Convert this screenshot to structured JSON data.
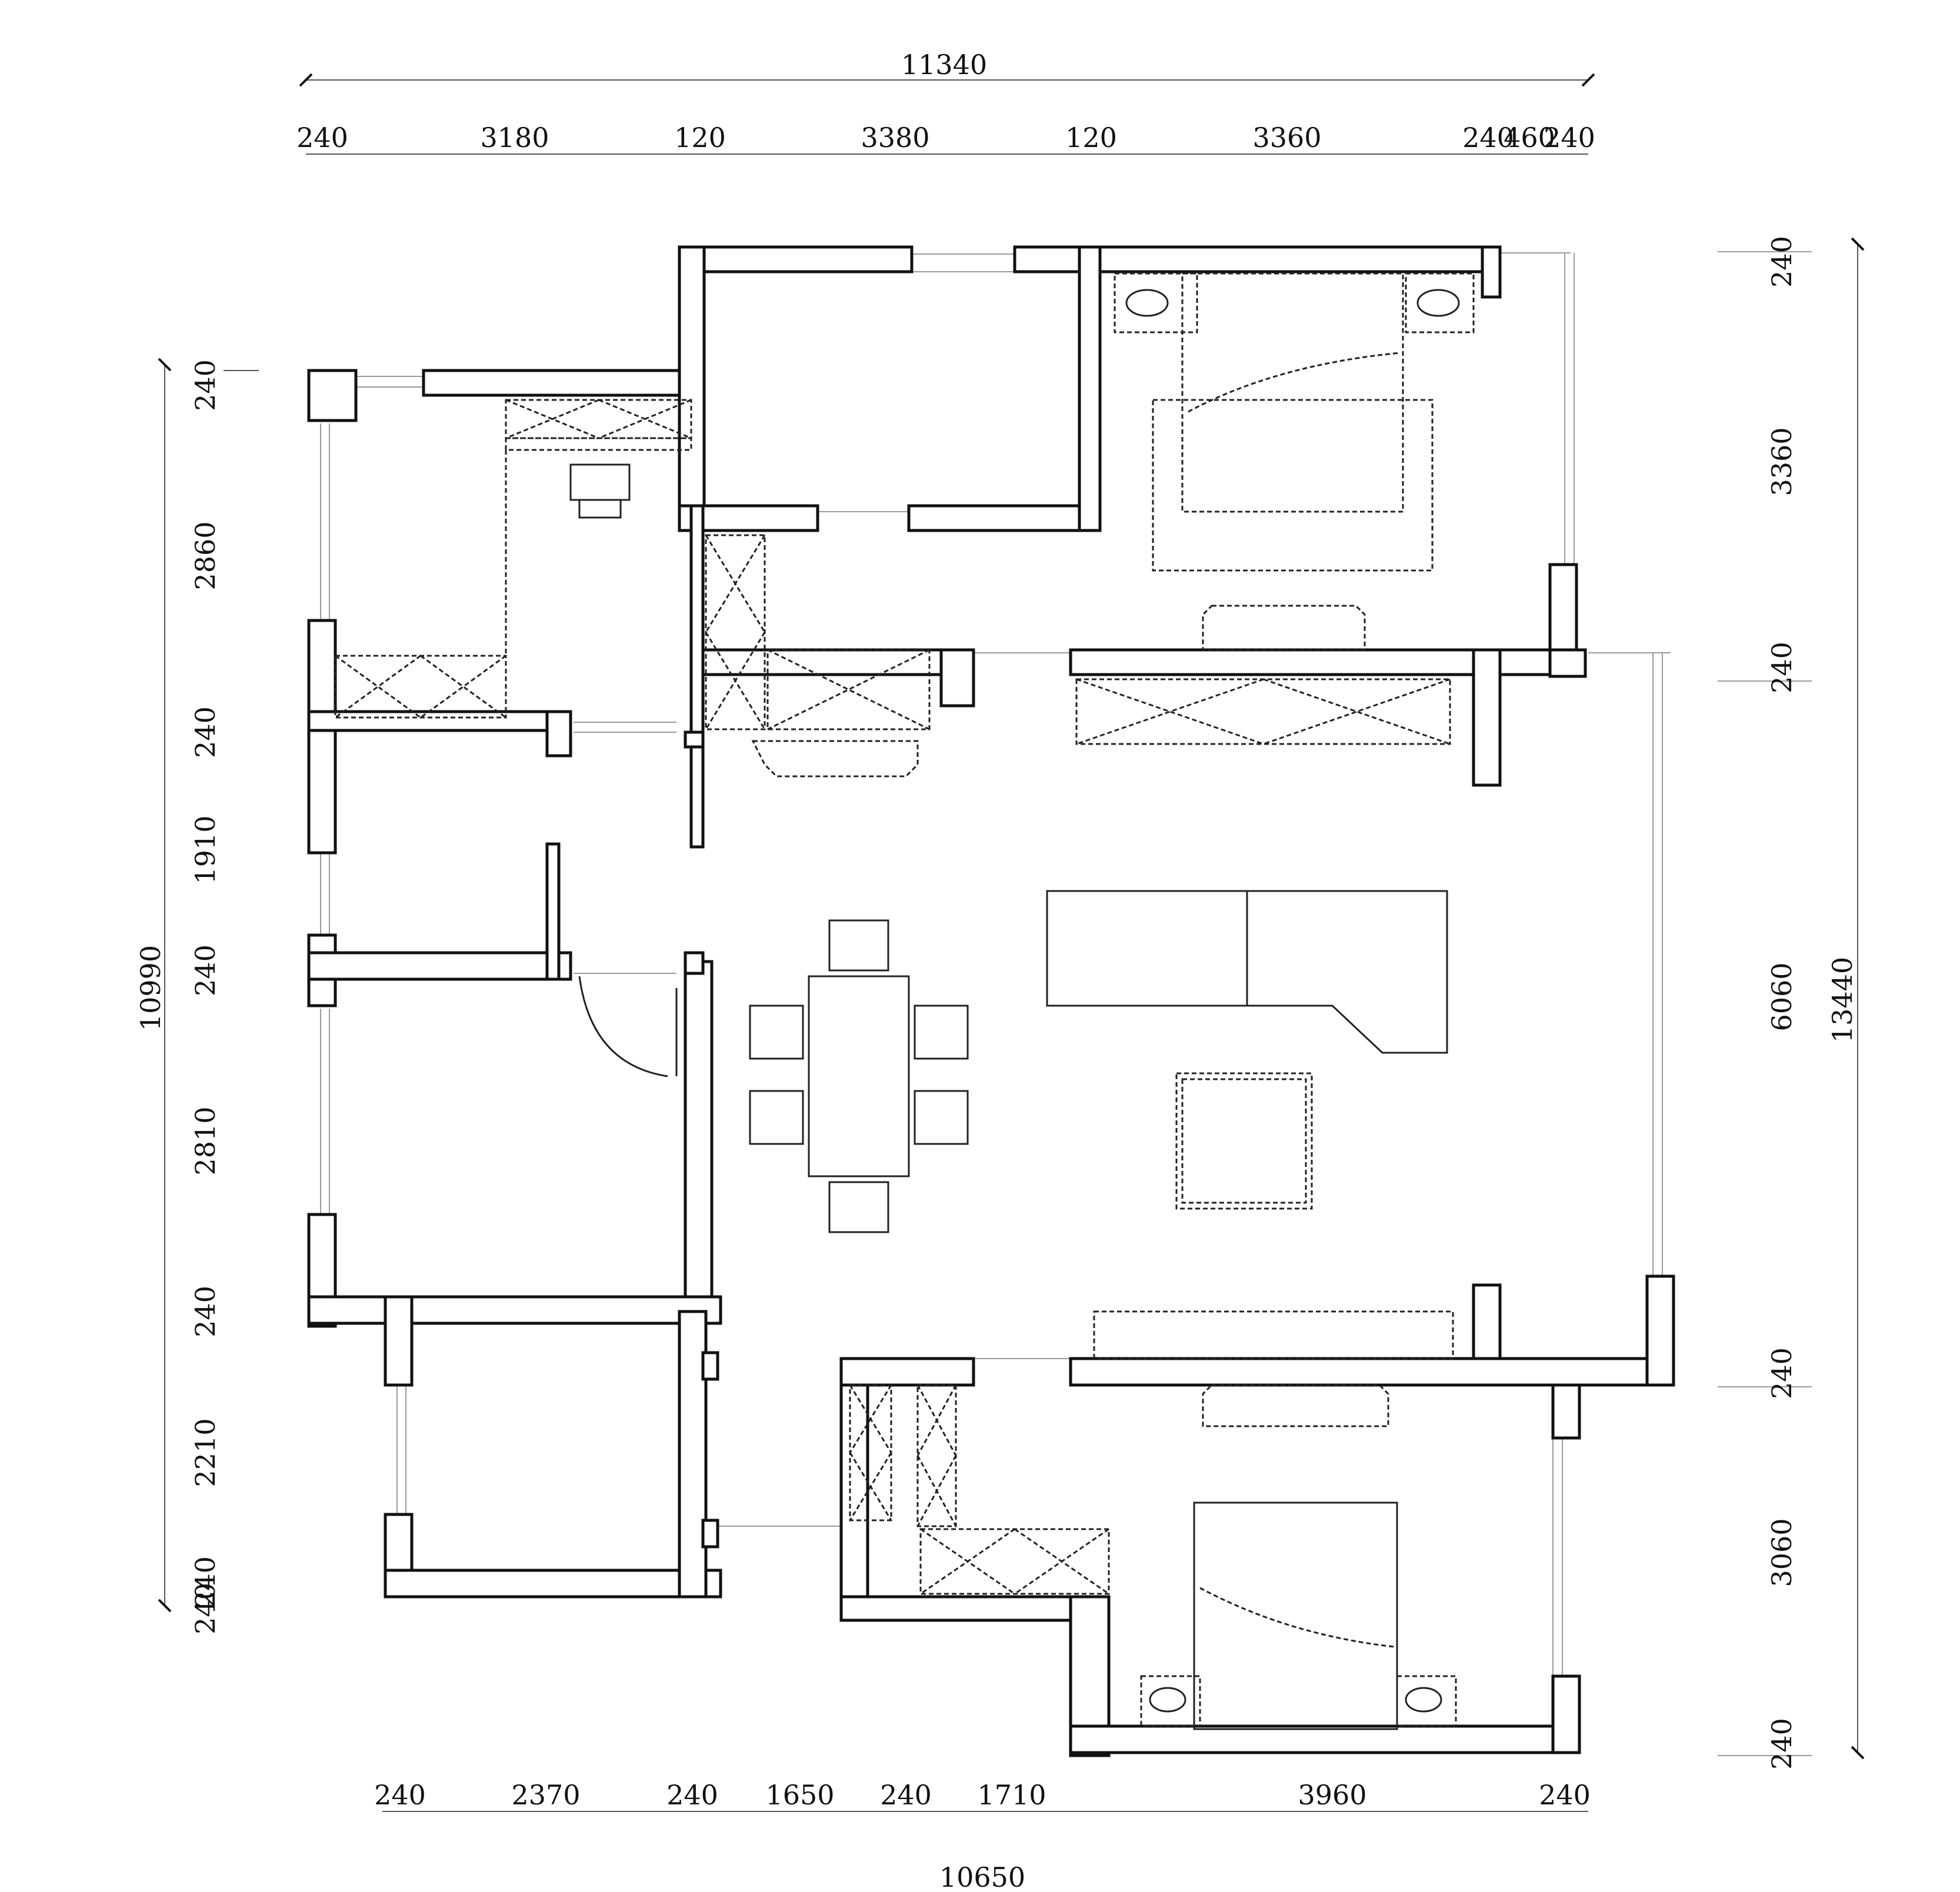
{
  "dimensions": {
    "top_total": "11340",
    "top_segments": [
      "240",
      "3180",
      "120",
      "3380",
      "120",
      "3360",
      "240",
      "460",
      "240"
    ],
    "bottom_segments": [
      "240",
      "2370",
      "240",
      "1650",
      "240",
      "1710",
      "3960",
      "240"
    ],
    "bottom_total": "10650",
    "left_total": "10990",
    "left_segments": [
      "240",
      "2860",
      "240",
      "1910",
      "240",
      "2810",
      "240",
      "2210",
      "240",
      "240"
    ],
    "right_total": "13440",
    "right_segments": [
      "240",
      "3360",
      "240",
      "6060",
      "240",
      "3060",
      "240"
    ]
  }
}
